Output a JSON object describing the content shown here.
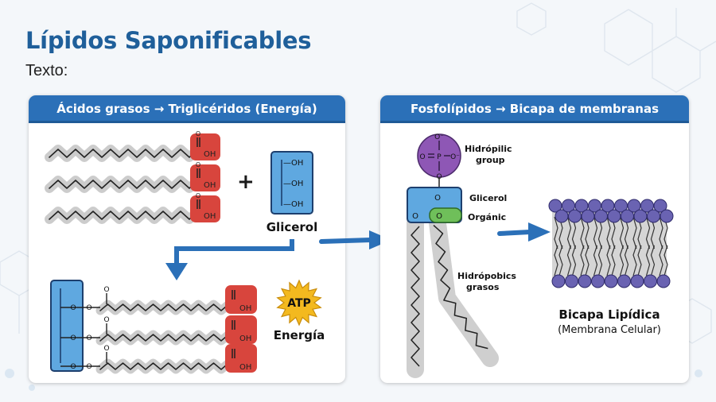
{
  "header": {
    "title": "Lípidos Saponificables",
    "subtitle": "Texto:"
  },
  "left_panel": {
    "title": "Ácidos grasos → Triglicéridos (Energía)",
    "oh": "OH",
    "acid_o": "O",
    "plus": "+",
    "glycerol_oh": "—OH",
    "glycerol_label": "Glicerol",
    "ester_o": "O",
    "atp_label": "ATP",
    "energy_label": "Energía"
  },
  "right_panel": {
    "title": "Fosfolípidos → Bicapa de membranas",
    "phosphate": {
      "top": "O⁻",
      "left": "O=P",
      "center": "P",
      "right": "O⁻",
      "bottom": "O"
    },
    "label_hydrophilic_1": "Hidrópilic",
    "label_hydrophilic_2": "group",
    "label_glycerol": "Glicerol",
    "label_organic": "Orgánic",
    "label_hydrophobic_1": "Hidrópobics",
    "label_hydrophobic_2": "grasos",
    "bilayer_title": "Bicapa Lipídica",
    "bilayer_subtitle": "(Membrana Celular)"
  },
  "colors": {
    "title": "#1f5f9a",
    "header_bg": "#2b70b8",
    "glycerol_fill": "#5fa8e0",
    "glycerol_stroke": "#1d3f6e",
    "acid_group": "#d8453d",
    "chain_halo": "#c9c9c9",
    "phosphate": "#8e57b5",
    "organic_green": "#6fbf5a",
    "head_purple": "#6a63b2",
    "atp_yellow": "#f3b91f",
    "arrow_blue": "#2b70b8"
  }
}
